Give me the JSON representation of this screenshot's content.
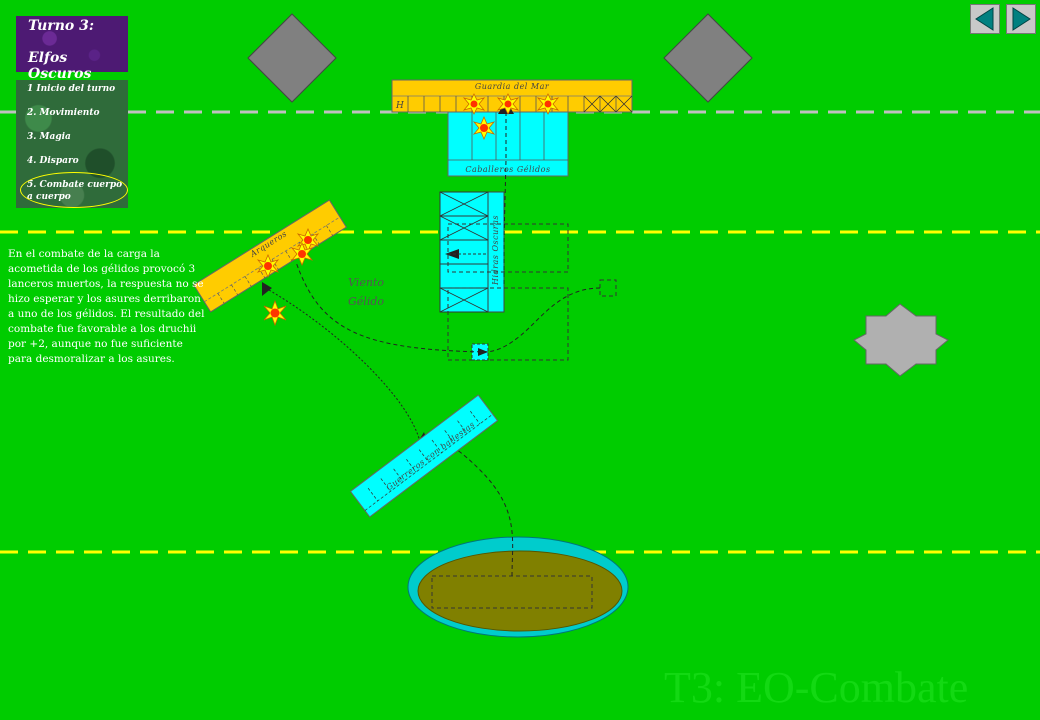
{
  "turn": {
    "title": "Turno 3:",
    "subtitle": "Elfos Oscuros"
  },
  "phases": [
    "1 Inicio del turno",
    "2. Movimiento",
    "3. Magia",
    "4. Disparo",
    "5. Combate cuerpo a cuerpo"
  ],
  "active_phase_index": 4,
  "description": "En el combate de la carga la acometida de los gélidos provocó 3 lanceros muertos, la respuesta no se hizo esperar y los asures derribaron a uno de los gélidos.  El resultado del combate fue favorable a los druchii por +2, aunque no fue suficiente para desmoralizar a los asures.",
  "units": {
    "guardia": "Guardia del Mar",
    "guardia_marker": "H",
    "caballeros": "Caballeros Gélidos",
    "arqueros": "Arqueros",
    "hidras": "Hidras Oscuras",
    "guerreros": "Guerreros con ballestas"
  },
  "spell_label_line1": "Viento",
  "spell_label_line2": "Gélido",
  "watermark": "T3: EO-Combate",
  "nav": {
    "prev": "previous-slide",
    "next": "next-slide"
  },
  "colors": {
    "field": "#00cc00",
    "elves_unit": "#ffcc00",
    "dark_elves_unit": "#00ffff",
    "deploy_line": "#ffff00",
    "center_line": "#c0c0c0"
  }
}
